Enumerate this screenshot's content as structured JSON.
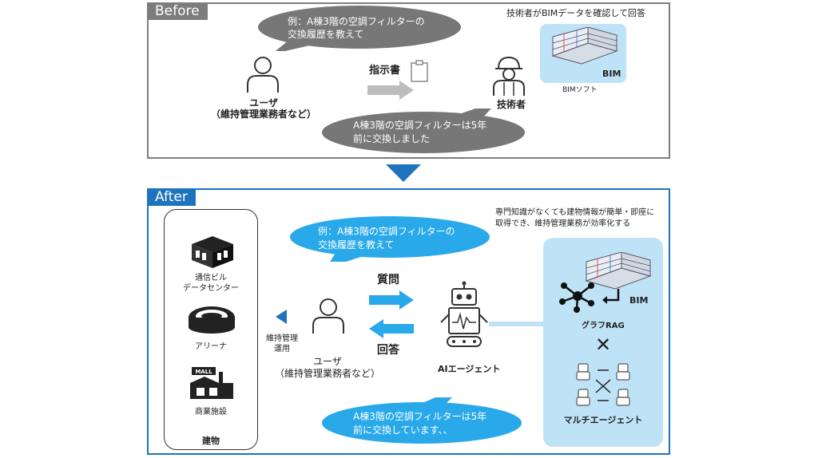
{
  "before": {
    "tag": "Before",
    "question": [
      "例：A棟3階の空調フィルターの",
      "交換履歴を教えて"
    ],
    "answer": [
      "A棟3階の空調フィルターは5年",
      "前に交換しました"
    ],
    "user_label": [
      "ユーザ",
      "（維持管理業務者など）"
    ],
    "instruction_label": "指示書",
    "engineer_label": "技術者",
    "engineer_note": "技術者がBIMデータを確認して回答",
    "bim_label": "BIM",
    "bim_soft_label": "BIMソフト"
  },
  "after": {
    "tag": "After",
    "question": [
      "例：A棟3階の空調フィルターの",
      "交換履歴を教えて"
    ],
    "answer": [
      "A棟3階の空調フィルターは5年",
      "前に交換しています、、"
    ],
    "note": [
      "専門知識がなくても建物情報が簡単・即座に",
      "取得でき、維持管理業務が効率化する"
    ],
    "buildings": [
      {
        "label": [
          "通信ビル",
          "データセンター"
        ],
        "icon": "data-center-icon"
      },
      {
        "label": [
          "アリーナ"
        ],
        "icon": "arena-icon"
      },
      {
        "label": [
          "商業施設"
        ],
        "icon": "mall-icon"
      }
    ],
    "mall_sign": "MALL",
    "buildings_title": "建物",
    "operation_label": [
      "維持管理",
      "運用"
    ],
    "user_label": [
      "ユーザ",
      "（維持管理業務者など）"
    ],
    "question_arrow_label": "質問",
    "answer_arrow_label": "回答",
    "ai_agent_label": "AIエージェント",
    "bim_label": "BIM",
    "graph_rag_label": "グラフRAG",
    "times_symbol": "✕",
    "multi_agent_label": "マルチエージェント"
  },
  "colors": {
    "before_border": "#7d7d7d",
    "after_border": "#1e73be",
    "bubble_gray": "#777777",
    "bubble_blue": "#29a9e9",
    "arrow_blue": "#29a9e9",
    "agent_panel_bg": "#bfe3f6"
  }
}
